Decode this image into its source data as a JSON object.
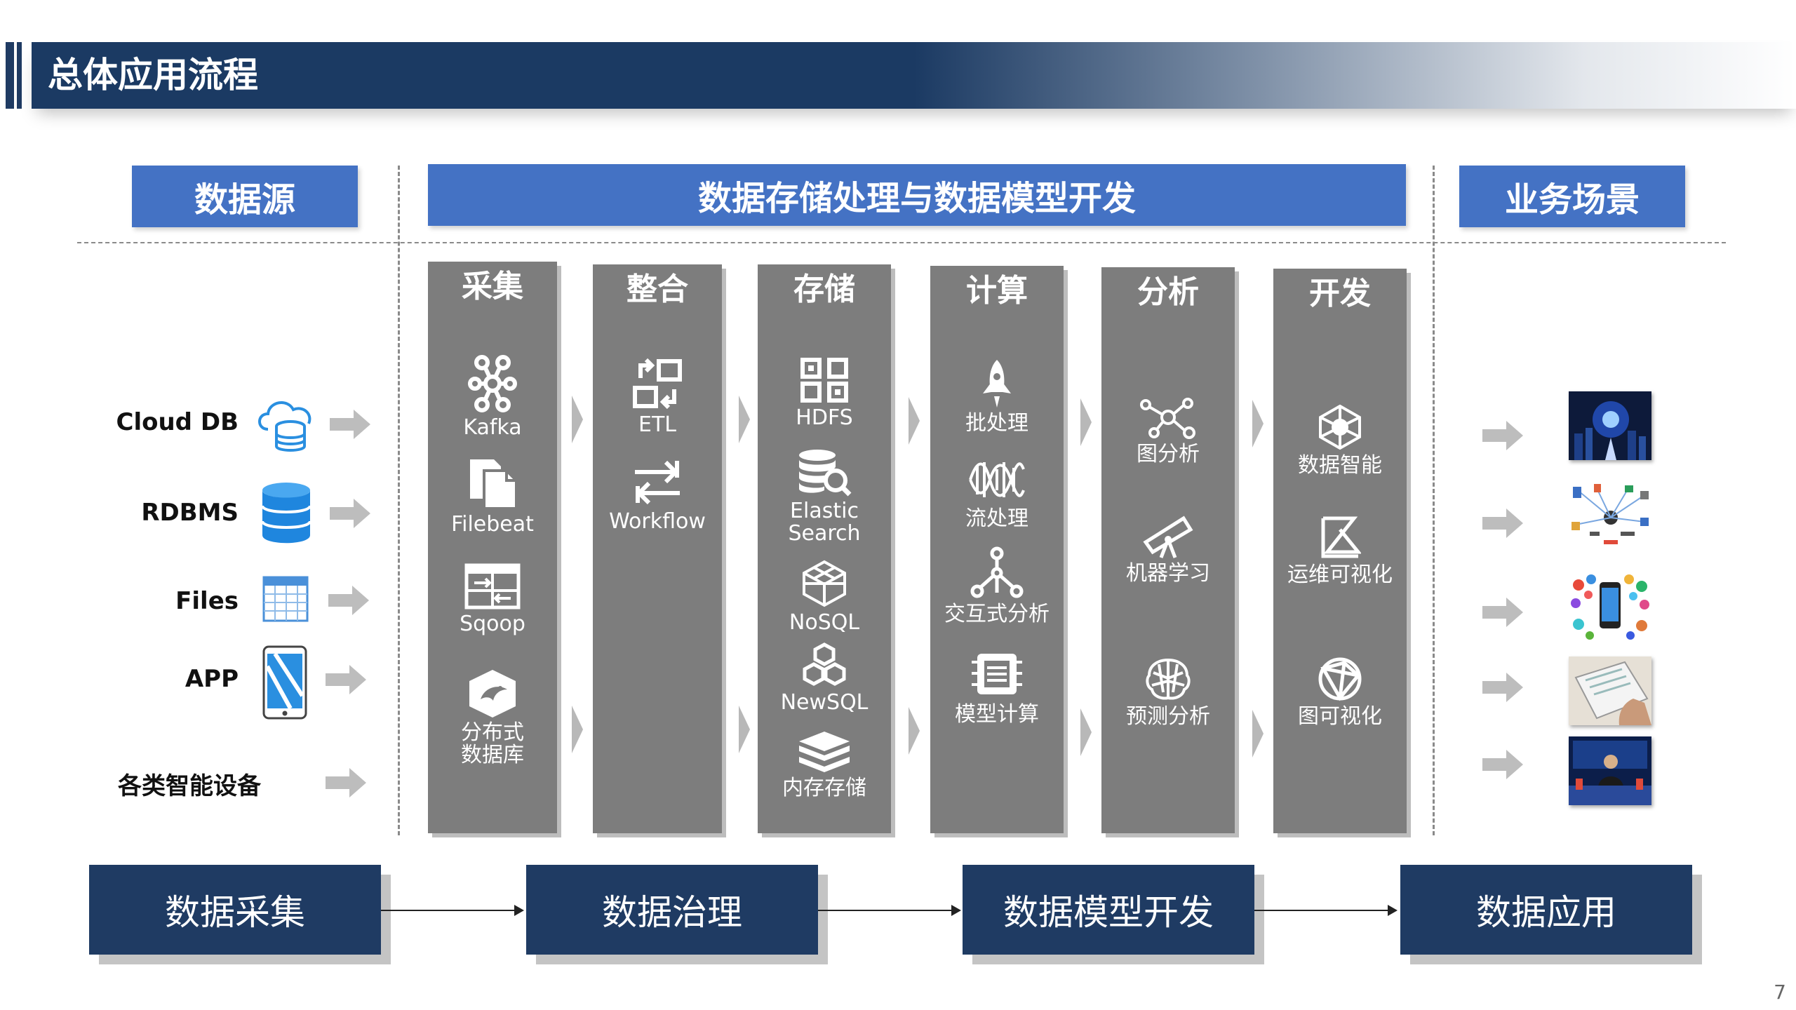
{
  "title": "总体应用流程",
  "headers": {
    "source": "数据源",
    "processing": "数据存储处理与数据模型开发",
    "scenario": "业务场景"
  },
  "sources": [
    {
      "label": "Cloud DB",
      "icon": "cloud-database-icon"
    },
    {
      "label": "RDBMS",
      "icon": "database-icon"
    },
    {
      "label": "Files",
      "icon": "spreadsheet-icon"
    },
    {
      "label": "APP",
      "icon": "mobile-phone-icon"
    },
    {
      "label": "各类智能设备",
      "icon": ""
    }
  ],
  "columns": [
    {
      "title": "采集",
      "items": [
        {
          "label": "Kafka",
          "icon": "kafka-icon"
        },
        {
          "label": "Filebeat",
          "icon": "file-copy-icon"
        },
        {
          "label": "Sqoop",
          "icon": "transfer-table-icon"
        },
        {
          "label": "分布式数据库",
          "label_lines": [
            "分布式",
            "数据库"
          ],
          "icon": "distributed-db-icon"
        }
      ]
    },
    {
      "title": "整合",
      "items": [
        {
          "label": "ETL",
          "icon": "etl-icon"
        },
        {
          "label": "Workflow",
          "icon": "workflow-icon"
        }
      ]
    },
    {
      "title": "存储",
      "items": [
        {
          "label": "HDFS",
          "icon": "hdfs-icon"
        },
        {
          "label": "Elastic Search",
          "label_lines": [
            "Elastic",
            "Search"
          ],
          "icon": "database-search-icon"
        },
        {
          "label": "NoSQL",
          "icon": "cube-icon"
        },
        {
          "label": "NewSQL",
          "icon": "cubes-icon"
        },
        {
          "label": "内存存储",
          "icon": "memory-stack-icon"
        }
      ]
    },
    {
      "title": "计算",
      "items": [
        {
          "label": "批处理",
          "icon": "rocket-icon"
        },
        {
          "label": "流处理",
          "icon": "wave-icon"
        },
        {
          "label": "交互式分析",
          "icon": "network-tree-icon"
        },
        {
          "label": "模型计算",
          "icon": "chip-icon"
        }
      ]
    },
    {
      "title": "分析",
      "items": [
        {
          "label": "图分析",
          "icon": "graph-icon"
        },
        {
          "label": "机器学习",
          "icon": "telescope-icon"
        },
        {
          "label": "预测分析",
          "icon": "brain-icon"
        }
      ]
    },
    {
      "title": "开发",
      "items": [
        {
          "label": "数据智能",
          "icon": "hexagon-network-icon"
        },
        {
          "label": "运维可视化",
          "icon": "chart-box-icon"
        },
        {
          "label": "图可视化",
          "icon": "globe-network-icon"
        }
      ]
    }
  ],
  "scenarios": [
    {
      "icon": "tech-city-thumbnail"
    },
    {
      "icon": "iot-devices-thumbnail"
    },
    {
      "icon": "mobile-apps-thumbnail"
    },
    {
      "icon": "tablet-hand-thumbnail"
    },
    {
      "icon": "conference-thumbnail"
    }
  ],
  "flow": [
    "数据采集",
    "数据治理",
    "数据模型开发",
    "数据应用"
  ],
  "page_number": "7",
  "colors": {
    "title_bar": "#1b3a63",
    "section_header": "#4472c4",
    "column": "#7d7d7d",
    "flow_box": "#1f3b63",
    "icon_blue": "#2a8fe0"
  }
}
